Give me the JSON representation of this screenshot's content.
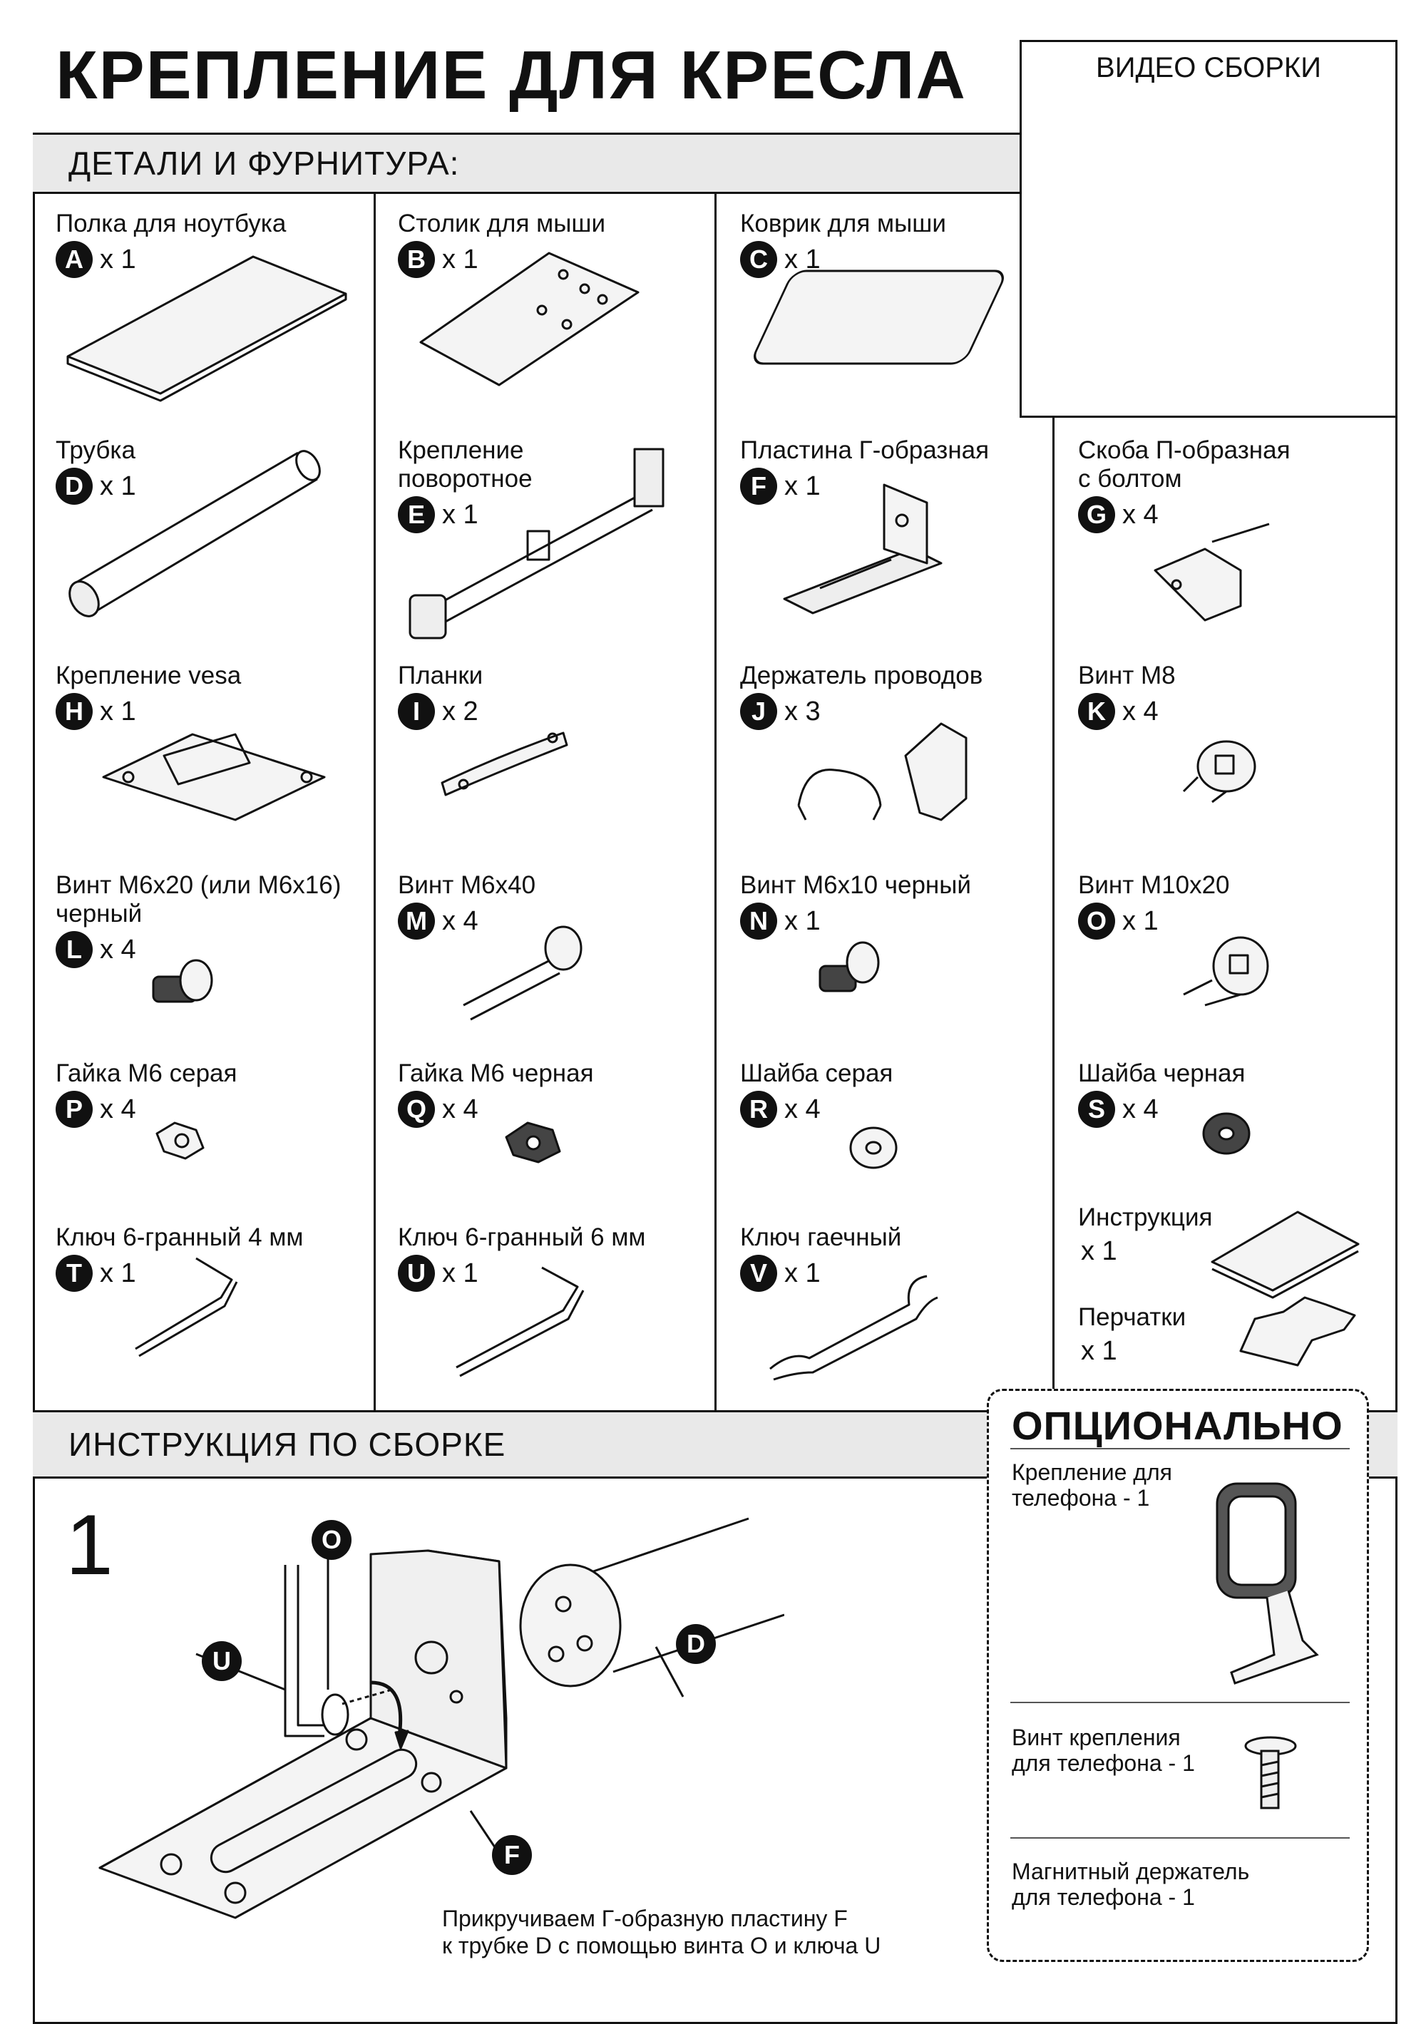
{
  "header": {
    "title": "КРЕПЛЕНИЕ ДЛЯ КРЕСЛА",
    "video_label": "ВИДЕО СБОРКИ"
  },
  "sections": {
    "parts_title": "ДЕТАЛИ И ФУРНИТУРА:",
    "assembly_title": "ИНСТРУКЦИЯ ПО СБОРКЕ"
  },
  "parts": [
    {
      "name": "Полка для ноутбука",
      "letter": "A",
      "qty": "x 1"
    },
    {
      "name": "Столик для мыши",
      "letter": "B",
      "qty": "x 1"
    },
    {
      "name": "Коврик для мыши",
      "letter": "C",
      "qty": "x 1"
    },
    {
      "name": "Трубка",
      "letter": "D",
      "qty": "x 1"
    },
    {
      "name": "Крепление\nповоротное",
      "letter": "E",
      "qty": "x 1"
    },
    {
      "name": "Пластина Г-образная",
      "letter": "F",
      "qty": "x 1"
    },
    {
      "name": "Скоба П-образная\nс болтом",
      "letter": "G",
      "qty": "x 4"
    },
    {
      "name": "Крепление vesa",
      "letter": "H",
      "qty": "x 1"
    },
    {
      "name": "Планки",
      "letter": "I",
      "qty": "x 2"
    },
    {
      "name": "Держатель проводов",
      "letter": "J",
      "qty": "x 3"
    },
    {
      "name": "Винт М8",
      "letter": "K",
      "qty": "x 4"
    },
    {
      "name": "Винт М6х20 (или М6х16)\nчерный",
      "letter": "L",
      "qty": "x 4"
    },
    {
      "name": "Винт М6х40",
      "letter": "M",
      "qty": "x 4"
    },
    {
      "name": "Винт М6х10 черный",
      "letter": "N",
      "qty": "x 1"
    },
    {
      "name": "Винт М10х20",
      "letter": "O",
      "qty": "x 1"
    },
    {
      "name": "Гайка М6 серая",
      "letter": "P",
      "qty": "x 4"
    },
    {
      "name": "Гайка М6 черная",
      "letter": "Q",
      "qty": "x 4"
    },
    {
      "name": "Шайба серая",
      "letter": "R",
      "qty": "x 4"
    },
    {
      "name": "Шайба черная",
      "letter": "S",
      "qty": "x 4"
    },
    {
      "name": "Ключ 6-гранный 4 мм",
      "letter": "T",
      "qty": "x 1"
    },
    {
      "name": "Ключ 6-гранный 6 мм",
      "letter": "U",
      "qty": "x 1"
    },
    {
      "name": "Ключ гаечный",
      "letter": "V",
      "qty": "x 1"
    }
  ],
  "extras": [
    {
      "name": "Инструкция",
      "qty": "x 1"
    },
    {
      "name": "Перчатки",
      "qty": "x 1"
    }
  ],
  "optional": {
    "title": "ОПЦИОНАЛЬНО",
    "items": [
      "Крепление для\nтелефона - 1",
      "Винт крепления\nдля телефона - 1",
      "Магнитный держатель\nдля телефона - 1"
    ]
  },
  "step": {
    "number": "1",
    "caption": "Прикручиваем Г-образную пластину F\nк трубке D с помощью винта O и ключа U",
    "callouts": [
      "O",
      "U",
      "D",
      "F"
    ]
  }
}
